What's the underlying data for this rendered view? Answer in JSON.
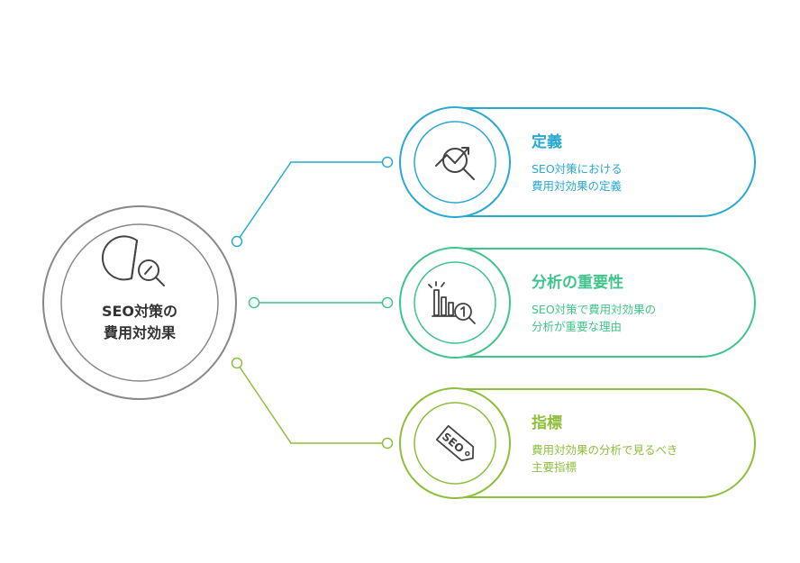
{
  "center": {
    "line1": "SEO対策の",
    "line2": "費用対効果",
    "icon": "pie-chart-magnifier-icon"
  },
  "items": [
    {
      "title": "定義",
      "desc_line1": "SEO対策における",
      "desc_line2": "費用対効果の定義",
      "color": "#29a9d1",
      "icon": "trend-magnifier-icon"
    },
    {
      "title": "分析の重要性",
      "desc_line1": "SEO対策で費用対効果の",
      "desc_line2": "分析が重要な理由",
      "color": "#3fc48b",
      "icon": "bar-chart-magnifier-icon"
    },
    {
      "title": "指標",
      "desc_line1": "費用対効果の分析で見るべき",
      "desc_line2": "主要指標",
      "color": "#8dbf3b",
      "icon": "seo-tag-icon"
    }
  ]
}
